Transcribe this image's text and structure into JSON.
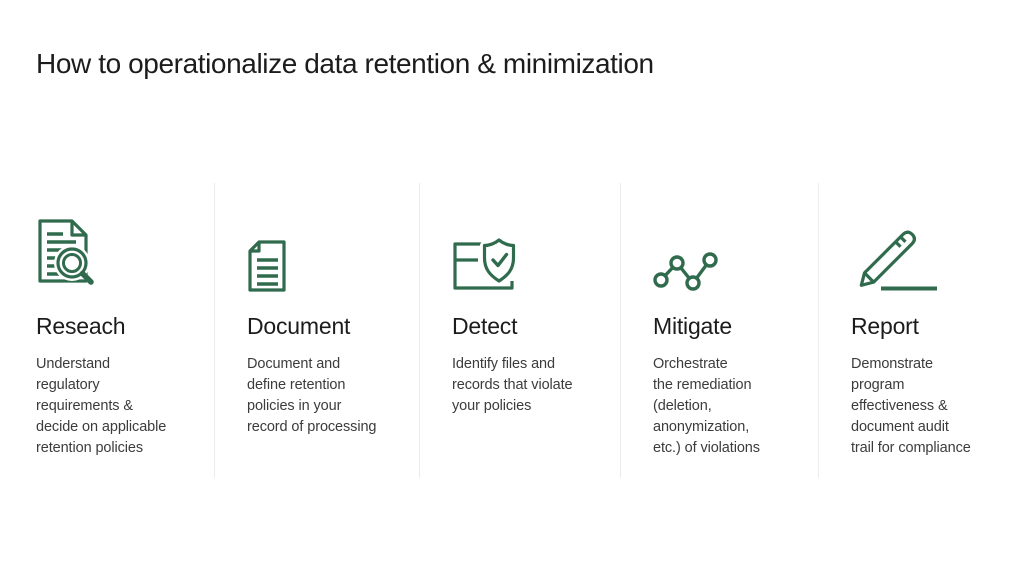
{
  "title": "How to operationalize data retention & minimization",
  "colors": {
    "accent": "#2F6B4C",
    "divider": "#ECECEC",
    "title_text": "#1C1C1C",
    "body_text": "#3C3C3C",
    "background": "#FFFFFF"
  },
  "steps": [
    {
      "icon": "document-search-icon",
      "heading": "Reseach",
      "body": "Understand\nregulatory\nrequirements &\ndecide on applicable\nretention policies"
    },
    {
      "icon": "document-lines-icon",
      "heading": "Document",
      "body": "Document and\ndefine retention\npolicies in your\nrecord of processing"
    },
    {
      "icon": "file-shield-check-icon",
      "heading": "Detect",
      "body": "Identify files and\nrecords that violate\nyour policies"
    },
    {
      "icon": "chart-nodes-icon",
      "heading": "Mitigate",
      "body": "Orchestrate\nthe remediation\n(deletion,\nanonymization,\n etc.) of violations"
    },
    {
      "icon": "pencil-icon",
      "heading": "Report",
      "body": "Demonstrate\nprogram\neffectiveness &\ndocument audit\ntrail for compliance"
    }
  ]
}
